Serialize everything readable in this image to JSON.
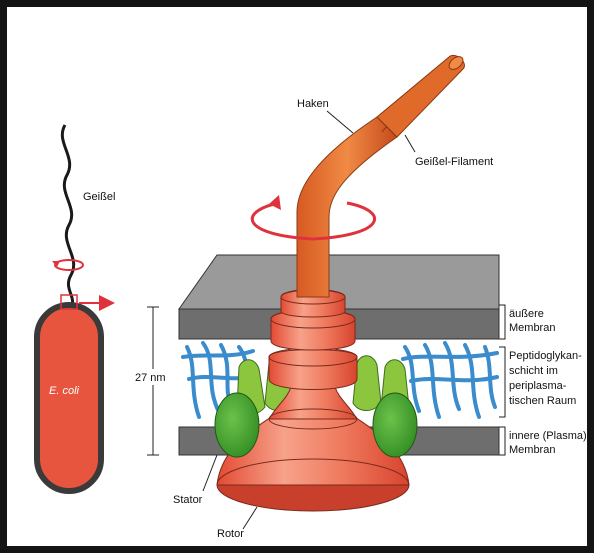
{
  "labels": {
    "geissel": "Geißel",
    "ecoli": "E. coli",
    "haken": "Haken",
    "filament": "Geißel-Filament",
    "nm": "27 nm",
    "stator": "Stator",
    "rotor": "Rotor",
    "outer_membrane": [
      "äußere",
      "Membran"
    ],
    "peptidoglycan": [
      "Peptidoglykan-",
      "schicht im",
      "periplasma-",
      "tischen Raum"
    ],
    "inner_membrane": [
      "innere (Plasma)-",
      "Membran"
    ]
  },
  "colors": {
    "cell_fill": "#e8553f",
    "cell_outline": "#3a3a3a",
    "motor_orange": "#e9593d",
    "motor_light": "#f6a58c",
    "hook_orange": "#e06a2a",
    "membrane_gray": "#8c8c8c",
    "stator_green": "#4aa831",
    "connector_green": "#8cc63f",
    "lipid_blue": "#3a8ccc",
    "arrow_red": "#e0323c"
  }
}
